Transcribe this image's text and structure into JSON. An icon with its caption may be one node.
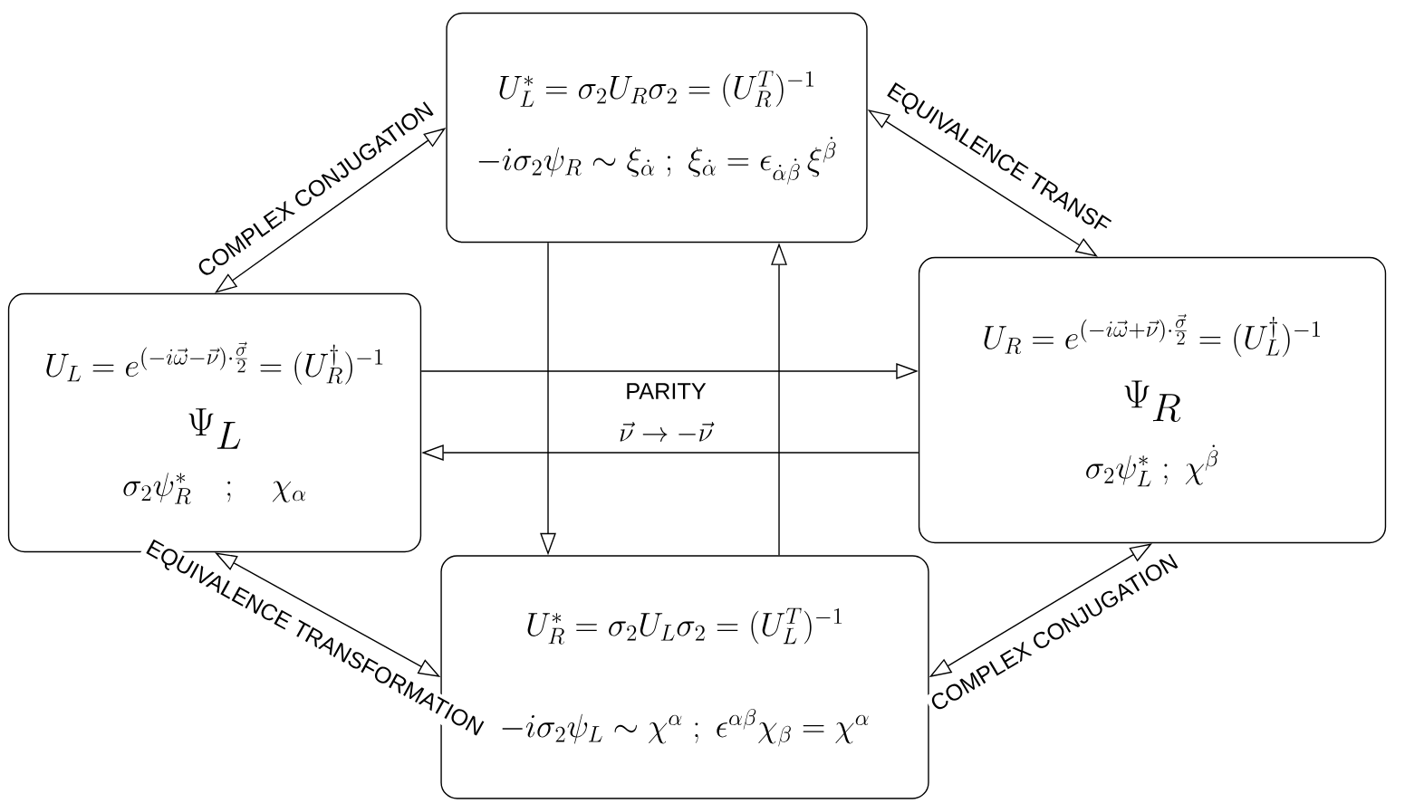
{
  "diagram": {
    "nodes": [
      {
        "text": [
          "U_L^{*} = \\sigma_2 U_R \\sigma_2 = (U_R^{T})^{-1}",
          "-i\\sigma_2 \\psi_R \\sim \\xi_{\\dot\\alpha}\\;;\\; \\xi_{\\dot\\alpha} = \\epsilon_{\\dot\\alpha\\dot\\beta}\\,\\xi^{\\dot\\beta}"
        ]
      },
      {
        "text": [
          "U_L = e^{(-i\\vec\\omega - \\vec\\nu)\\cdot\\frac{\\vec\\sigma}{2}} = (U_R^{\\dagger})^{-1}",
          "\\Psi_L",
          "\\sigma_2 \\psi_R^{*} \\quad;\\quad \\chi_\\alpha"
        ]
      },
      {
        "text": [
          "U_R = e^{(-i\\vec\\omega + \\vec\\nu)\\cdot\\frac{\\vec\\sigma}{2}} = (U_L^{\\dagger})^{-1}",
          "\\Psi_R",
          "\\sigma_2 \\psi_L^{*} \\;;\\; \\chi^{\\dot\\beta}"
        ]
      },
      {
        "text": [
          "U_R^{*} = \\sigma_2 U_L \\sigma_2 = (U_L^{T})^{-1}",
          "-i\\sigma_2 \\psi_L \\sim \\chi^{\\alpha}\\;;\\; \\epsilon^{\\alpha\\beta}\\chi_\\beta = \\chi^{\\alpha}"
        ]
      }
    ],
    "edges": [
      {
        "from": 0,
        "to": 1,
        "arrow": "both",
        "label": "COMPLEX CONJUGATION"
      },
      {
        "from": 0,
        "to": 2,
        "arrow": "both",
        "label": "EQUIVALENCE TRANSF"
      },
      {
        "from": 1,
        "to": 2,
        "arrow": "to",
        "label": "PARITY"
      },
      {
        "from": 2,
        "to": 1,
        "arrow": "to"
      },
      {
        "from": 0,
        "to": 3,
        "arrow": "to"
      },
      {
        "from": 3,
        "to": 0,
        "arrow": "to"
      },
      {
        "from": 1,
        "to": 3,
        "arrow": "both",
        "label": "EQUIVALENCE TRANSFORMATION"
      },
      {
        "from": 2,
        "to": 3,
        "arrow": "both",
        "label": "COMPLEX CONJUGATION"
      }
    ],
    "labels": [
      "\\vec\\nu \\to -\\vec\\nu"
    ]
  }
}
